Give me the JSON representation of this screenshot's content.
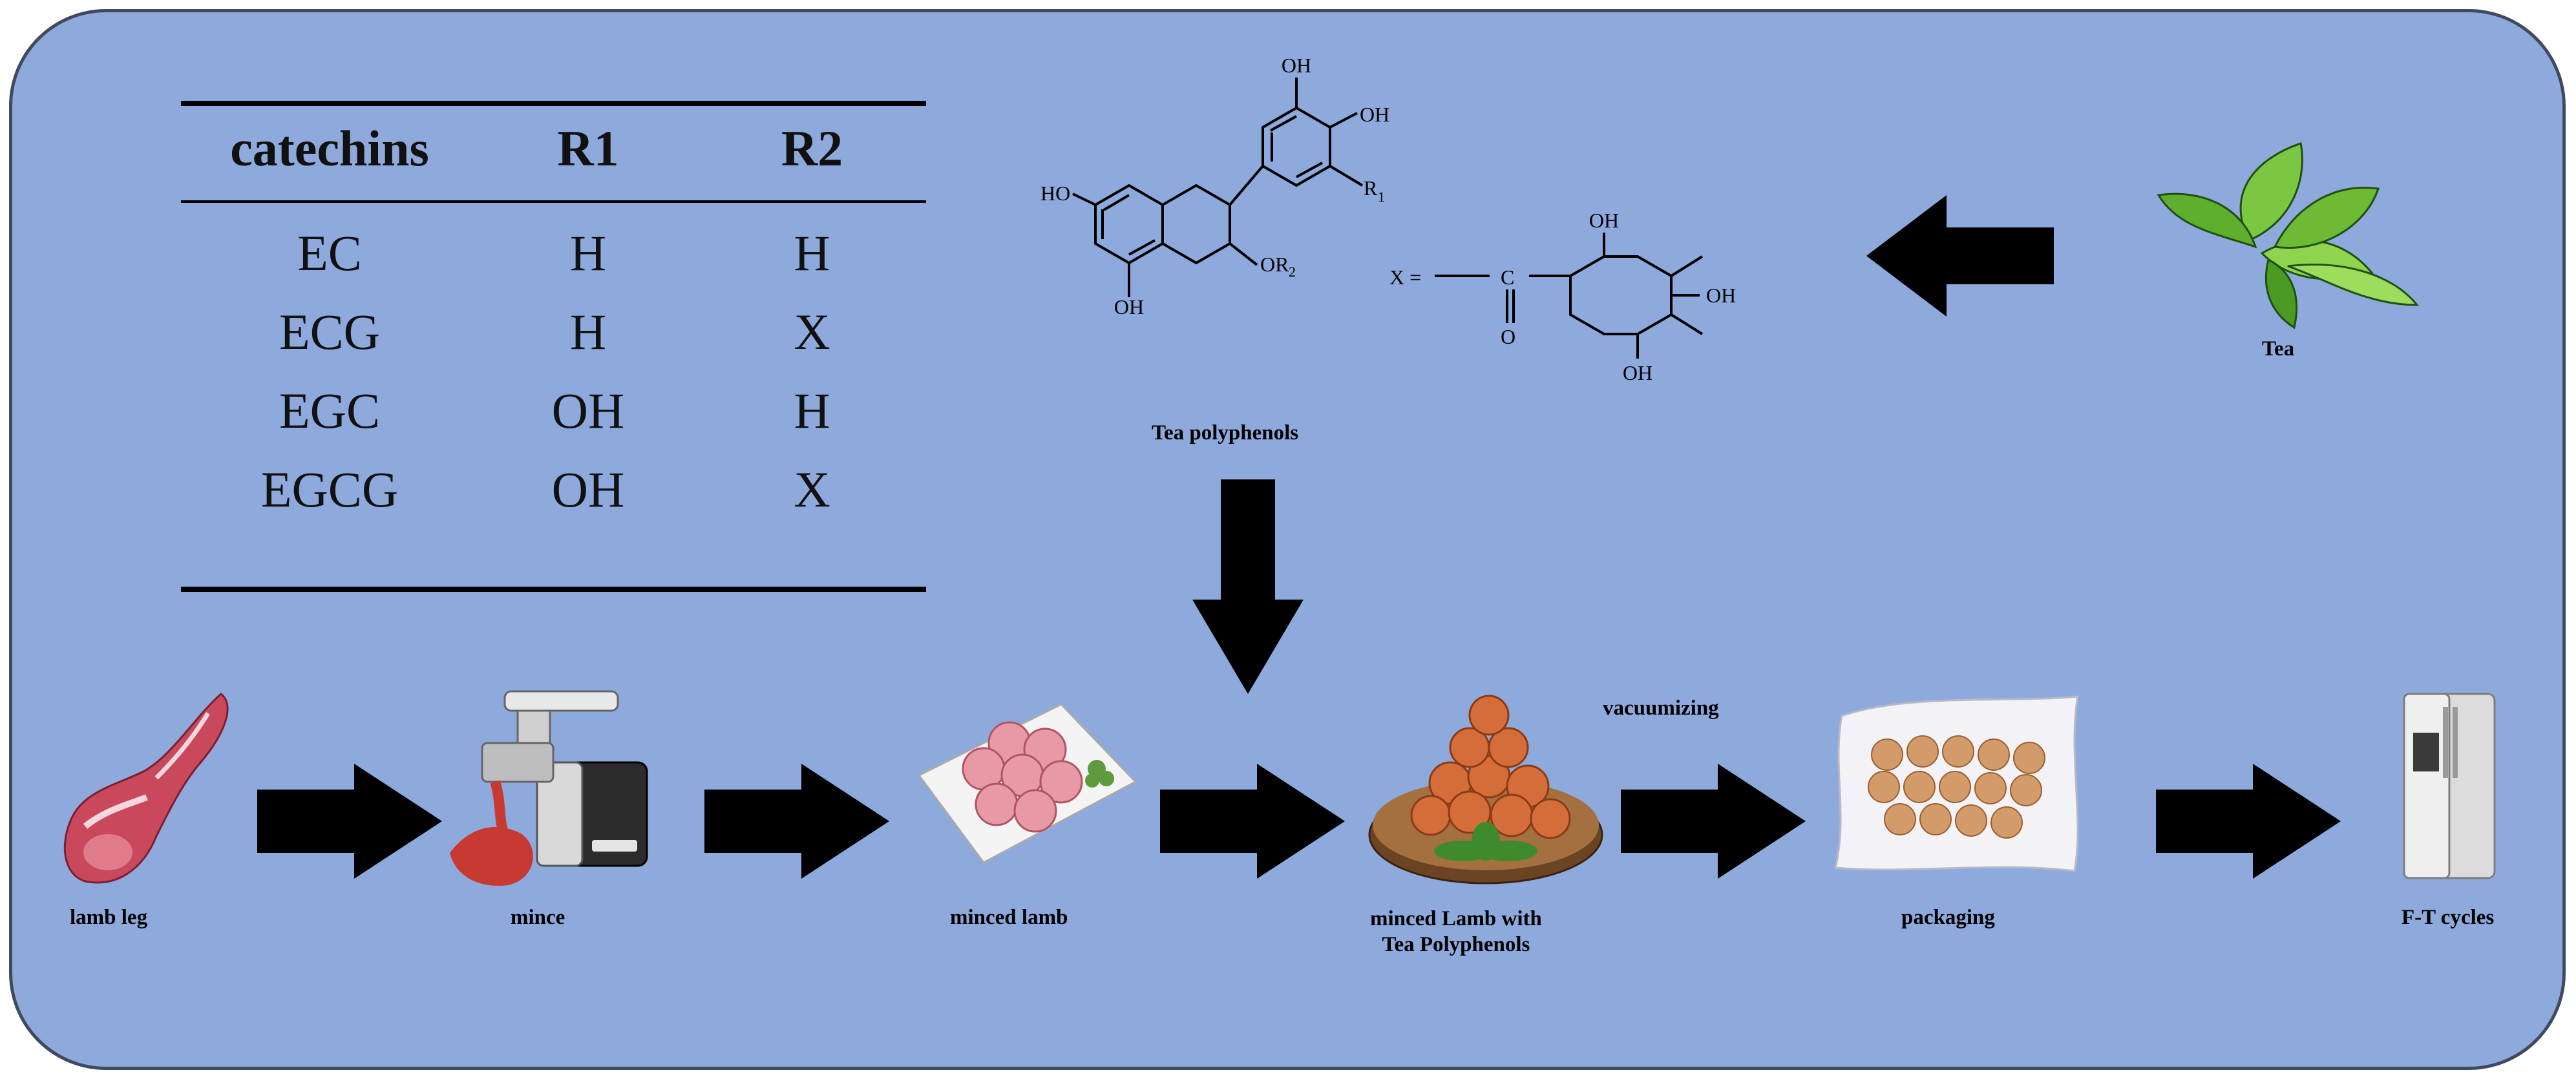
{
  "colors": {
    "panel_fill": "#8ea9dc",
    "panel_border": "#3f4a5e",
    "arrow": "#000000",
    "text": "#000000"
  },
  "table": {
    "headers": [
      "catechins",
      "R1",
      "R2"
    ],
    "rows": [
      [
        "EC",
        "H",
        "H"
      ],
      [
        "ECG",
        "H",
        "X"
      ],
      [
        "EGC",
        "OH",
        "H"
      ],
      [
        "EGCG",
        "OH",
        "X"
      ]
    ]
  },
  "structure": {
    "labels": {
      "oh_top": "OH",
      "oh_upper_right": "OH",
      "ho_left": "HO",
      "r1": "R",
      "r1_sub": "1",
      "oh_bottom": "OH",
      "or2": "OR",
      "r2_sub": "2",
      "x_eq": "X =",
      "c": "C",
      "o": "O",
      "oh_ring_top": "OH",
      "oh_ring_right": "OH",
      "oh_ring_bottom": "OH"
    },
    "caption": "Tea polyphenols"
  },
  "tea": {
    "label": "Tea",
    "icon": "tea-leaves-icon"
  },
  "steps": [
    {
      "label": "lamb leg",
      "icon": "lamb-leg-icon"
    },
    {
      "label": "mince",
      "icon": "meat-grinder-icon"
    },
    {
      "label": "minced lamb",
      "icon": "minced-lamb-plate-icon"
    },
    {
      "label_line1": "minced Lamb with",
      "label_line2": "Tea Polyphenols",
      "icon": "meatballs-board-icon"
    },
    {
      "label": "packaging",
      "icon": "vacuum-pack-icon"
    },
    {
      "label": "F-T cycles",
      "icon": "refrigerator-icon"
    }
  ],
  "arrow_labels": {
    "vacuum": "vacuumizing"
  }
}
